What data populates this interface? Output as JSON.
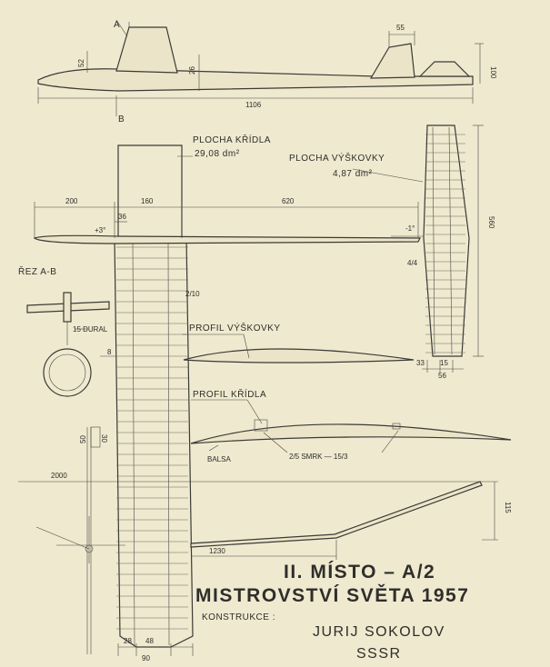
{
  "dimensions": {
    "side_length": "1106",
    "side_height": "100",
    "fin_width": "55",
    "wing_root_offset": "26",
    "nose_height": "52",
    "span_left": "200",
    "span_center": "160",
    "span_right": "620",
    "center_36": "36",
    "dihedral_root": "+3°",
    "stab_incidence": "-1°",
    "stab_span": "560",
    "stab_root_33": "33",
    "stab_root_15": "15",
    "stab_root_56": "56",
    "stab_spar": "4/4",
    "wing_spar": "2/10",
    "section_dural": "15 DURAL",
    "section_8": "8",
    "fuselage_30": "30",
    "fuselage_50": "50",
    "wing_half_span": "2000",
    "tip_height": "115",
    "panel_1230": "1230",
    "root_28": "28",
    "root_48": "48",
    "root_90": "90",
    "spar_4_4": "4/4"
  },
  "labels": {
    "point_a": "A",
    "point_b": "B",
    "wing_area_title": "PLOCHA KŘÍDLA",
    "wing_area_value": "29,08 dm²",
    "stab_area_title": "PLOCHA VÝŠKOVKY",
    "stab_area_value": "4,87 dm²",
    "section_title": "ŘEZ A-B",
    "profile_stab": "PROFIL VÝŠKOVKY",
    "profile_wing": "PROFIL KŘÍDLA",
    "balsa": "BALSA",
    "spar_spec": "2/5 SMRK — 15/3"
  },
  "title_block": {
    "place": "II. MÍSTO – A/2",
    "event": "MISTROVSTVÍ SVĚTA 1957",
    "construction_label": "KONSTRUKCE :",
    "designer": "JURIJ SOKOLOV",
    "country": "SSSR"
  }
}
